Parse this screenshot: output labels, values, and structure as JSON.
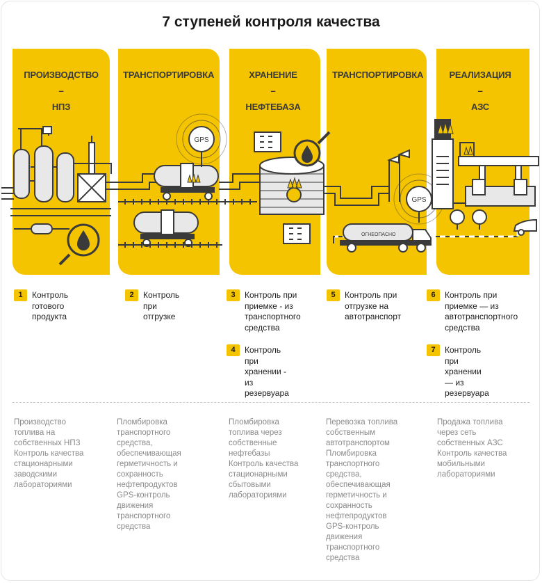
{
  "title": "7 ступеней контроля качества",
  "stages": [
    {
      "line1": "ПРОИЗВОДСТВО",
      "line2": "–",
      "line3": "НПЗ"
    },
    {
      "line1": "ТРАНСПОРТИРОВКА",
      "line2": "",
      "line3": ""
    },
    {
      "line1": "ХРАНЕНИЕ",
      "line2": "–",
      "line3": "НЕФТЕБАЗА"
    },
    {
      "line1": "ТРАНСПОРТИРОВКА",
      "line2": "",
      "line3": ""
    },
    {
      "line1": "РЕАЛИЗАЦИЯ",
      "line2": "–",
      "line3": "АЗС"
    }
  ],
  "gps_label": "GPS",
  "truck_label": "ОГНЕОПАСНО",
  "steps": [
    {
      "num": "1",
      "lines": [
        "Контроль готового",
        "продукта"
      ]
    },
    {
      "num": "2",
      "lines": [
        "Контроль при",
        "отгрузке"
      ]
    },
    {
      "num": "3",
      "lines": [
        "Контроль при",
        "приемке - из",
        "транспортного",
        "средства"
      ]
    },
    {
      "num": "4",
      "lines": [
        "Контроль при",
        "хранении - из",
        "резервуара"
      ]
    },
    {
      "num": "5",
      "lines": [
        "Контроль при",
        "отгрузке на",
        "автотранспорт"
      ]
    },
    {
      "num": "6",
      "lines": [
        "Контроль при",
        "приемке — из",
        "автотранспортного",
        "средства"
      ]
    },
    {
      "num": "7",
      "lines": [
        "Контроль при",
        "хранении — из",
        "резервуара"
      ]
    }
  ],
  "descriptions": [
    [
      "Производство",
      "топлива на",
      "собственных НПЗ",
      "Контроль качества",
      "стационарными",
      "заводскими",
      "лабораториями"
    ],
    [
      "Пломбировка",
      "транспортного",
      "средства,",
      "обеспечивающая",
      "герметичность и",
      "сохранность",
      "нефтепродуктов",
      "GPS-контроль",
      "движения",
      "транспортного",
      "средства"
    ],
    [
      "Пломбировка",
      "топлива через",
      "собственные",
      "нефтебазы",
      "Контроль качества",
      "стационарными",
      "сбытовыми",
      "лабораториями"
    ],
    [
      "Перевозка топлива",
      "собственным",
      "автотранспортом",
      "Пломбировка",
      "транспортного",
      "средства,",
      "обеспечивающая",
      "герметичность и",
      "сохранность",
      "нефтепродуктов",
      "GPS-контроль",
      "движения",
      "транспортного",
      "средства"
    ],
    [
      "Продажа топлива",
      "через сеть",
      "собственных АЗС",
      "Контроль качества",
      "мобильными",
      "лабораториями"
    ]
  ],
  "colors": {
    "yellow": "#f5c400",
    "dark": "#3a3a3a",
    "gray": "#8a8a8a"
  }
}
